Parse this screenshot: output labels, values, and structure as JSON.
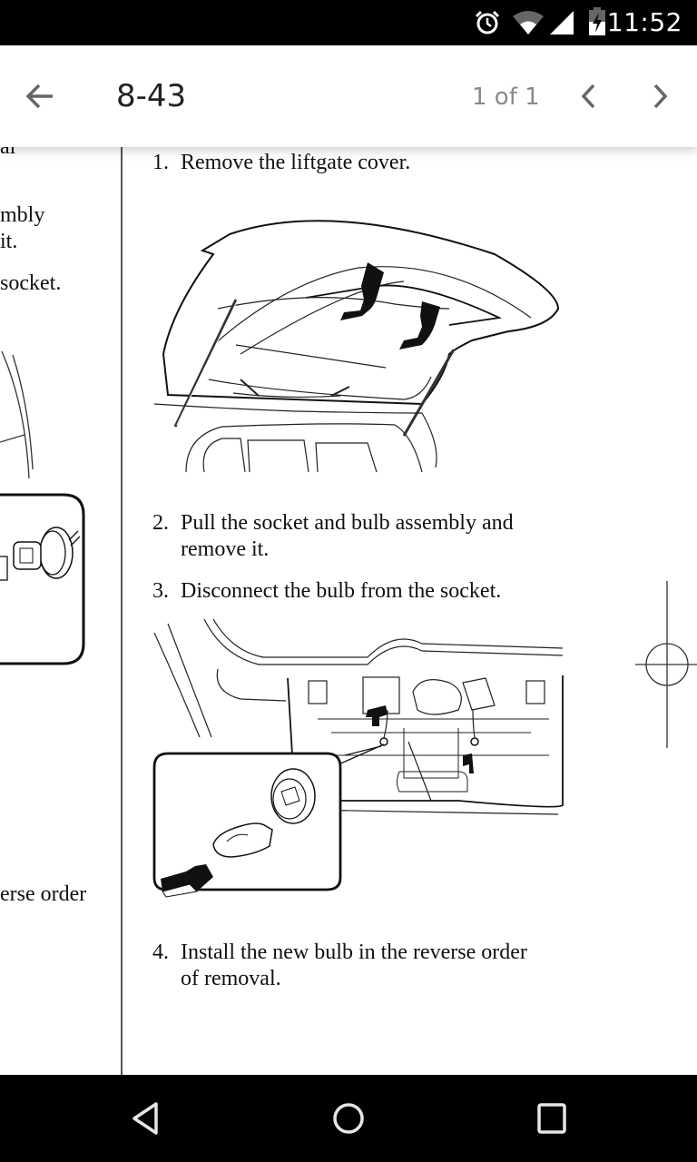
{
  "status_bar": {
    "time": "11:52",
    "icons": [
      "alarm-icon",
      "wifi-icon",
      "cell-signal-icon",
      "battery-charging-icon"
    ]
  },
  "toolbar": {
    "title": "8-43",
    "page_count": "1 of 1",
    "back_icon": "arrow-left-icon",
    "prev_icon": "chevron-left-icon",
    "next_icon": "chevron-right-icon"
  },
  "document": {
    "left_fragments": [
      "al",
      "mbly",
      "it.",
      "socket.",
      "erse order"
    ],
    "steps": [
      {
        "number": "1.",
        "lines": [
          "Remove the liftgate cover."
        ]
      },
      {
        "number": "2.",
        "lines": [
          "Pull the socket and bulb assembly and",
          "remove it."
        ]
      },
      {
        "number": "3.",
        "lines": [
          "Disconnect the bulb from the socket."
        ]
      },
      {
        "number": "4.",
        "lines": [
          "Install the new bulb in the reverse order",
          "of removal."
        ]
      }
    ],
    "figures": [
      "liftgate-cover-removal-illustration",
      "socket-bulb-removal-illustration"
    ]
  },
  "nav_bar": {
    "icons": [
      "nav-back-icon",
      "nav-home-icon",
      "nav-recents-icon"
    ]
  }
}
